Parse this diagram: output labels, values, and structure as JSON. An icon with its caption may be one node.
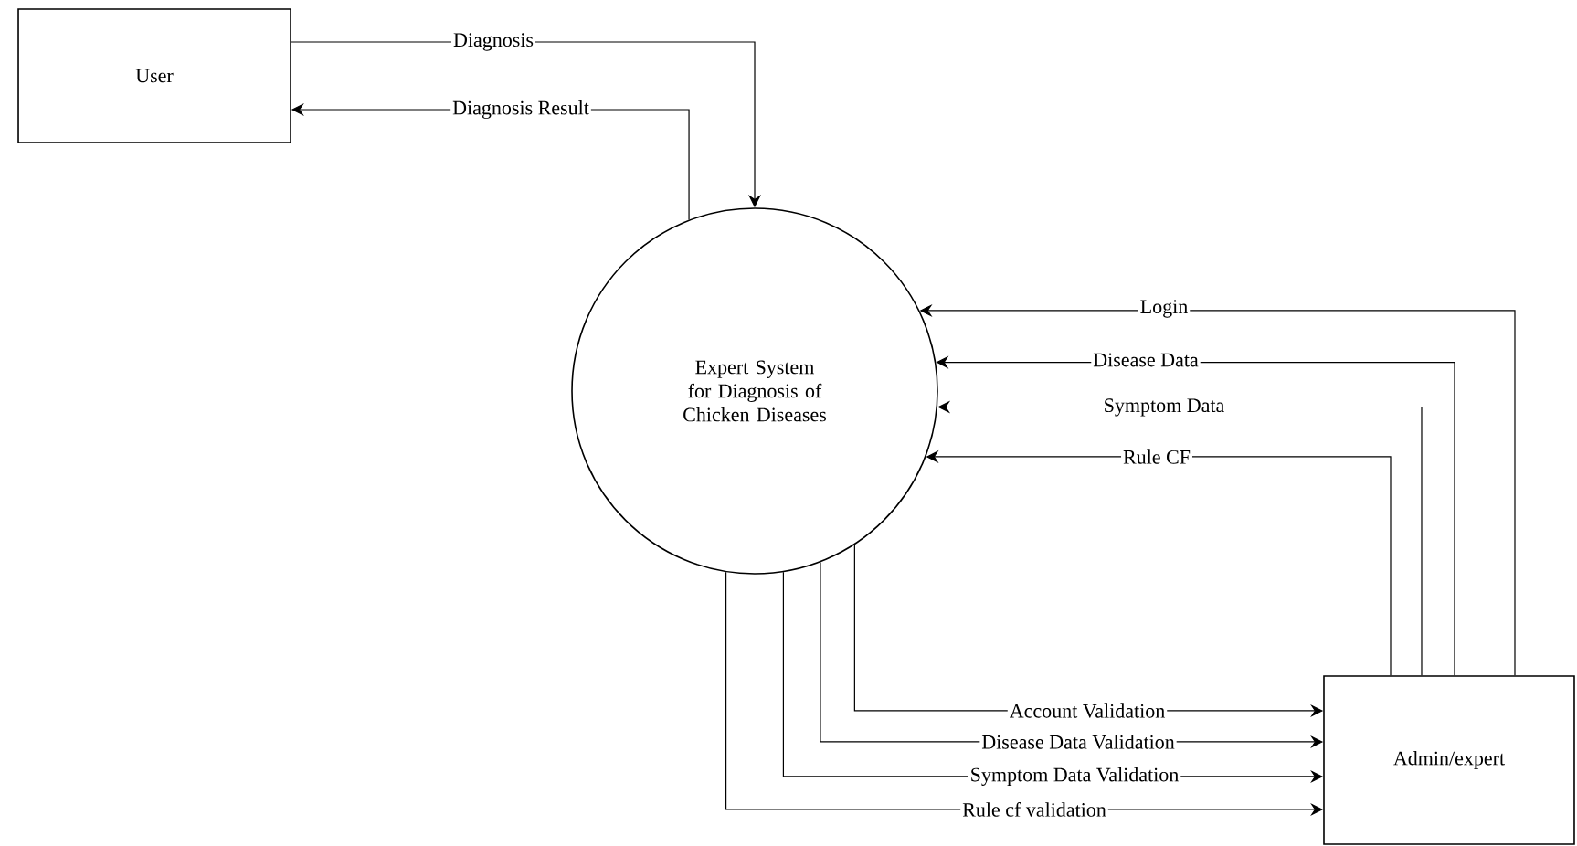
{
  "diagram": {
    "nodes": [
      {
        "text": [
          "User"
        ]
      },
      {
        "text": [
          "Expert System for Diagnosis of Chicken Diseases"
        ]
      },
      {
        "text": [
          "Admin/expert"
        ]
      }
    ],
    "edges": [
      {
        "from": 0,
        "to": 1,
        "arrow": "to",
        "label": "Diagnosis"
      },
      {
        "from": 1,
        "to": 0,
        "arrow": "to",
        "label": "Diagnosis Result"
      },
      {
        "from": 2,
        "to": 1,
        "arrow": "to",
        "label": "Login"
      },
      {
        "from": 2,
        "to": 1,
        "arrow": "to",
        "label": "Disease Data"
      },
      {
        "from": 2,
        "to": 1,
        "arrow": "to",
        "label": "Symptom Data"
      },
      {
        "from": 2,
        "to": 1,
        "arrow": "to",
        "label": "Rule CF"
      },
      {
        "from": 1,
        "to": 2,
        "arrow": "to",
        "label": "Account Validation"
      },
      {
        "from": 1,
        "to": 2,
        "arrow": "to",
        "label": "Disease Data Validation"
      },
      {
        "from": 1,
        "to": 2,
        "arrow": "to",
        "label": "Symptom Data Validation"
      },
      {
        "from": 1,
        "to": 2,
        "arrow": "to",
        "label": "Rule cf validation"
      }
    ]
  }
}
